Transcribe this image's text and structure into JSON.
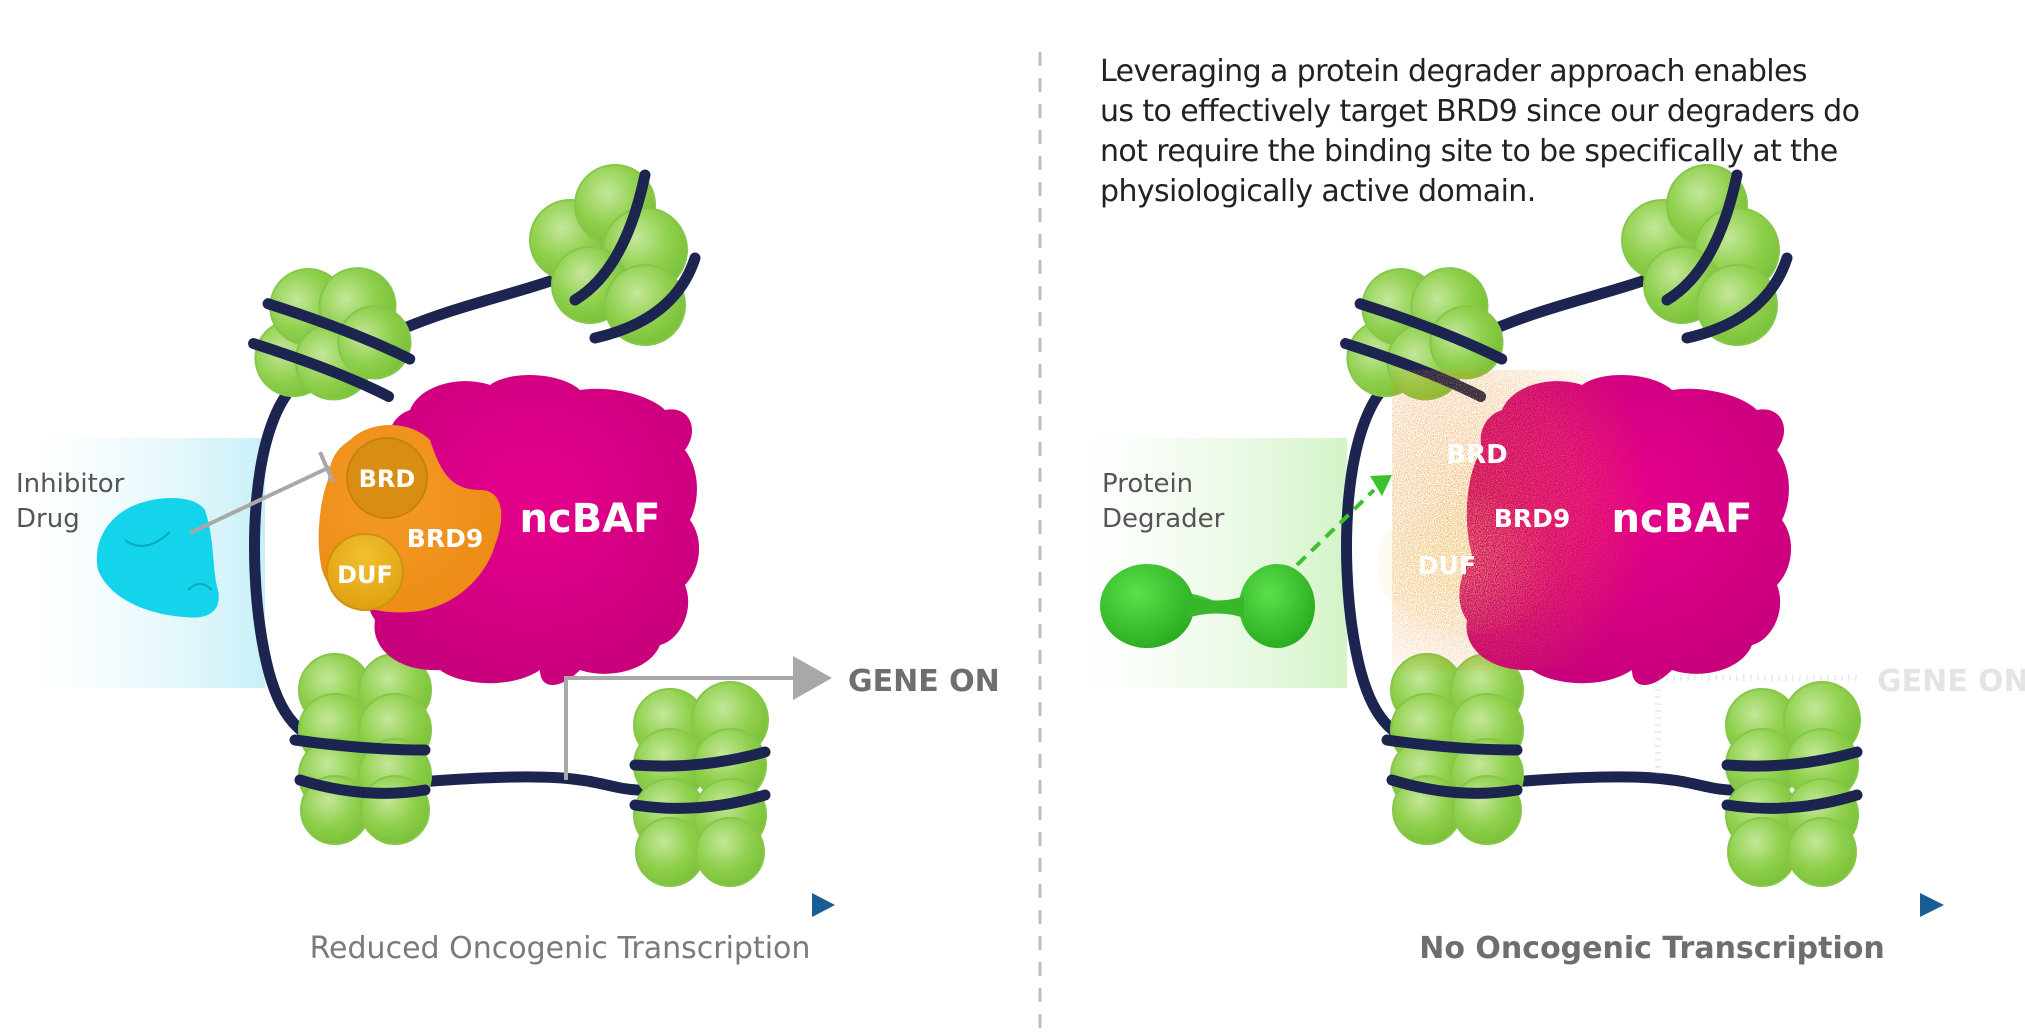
{
  "description": "Leveraging a protein degrader approach enables us to effectively target BRD9 since our degraders do not require the binding site to be specifically at the physiologically active domain.",
  "description_lines": [
    "Leveraging a protein degrader approach enables",
    "us to effectively target BRD9 since our degraders do",
    "not require the binding site to be specifically  at the",
    "physiologically active domain."
  ],
  "left_panel": {
    "agent_label_line1": "Inhibitor",
    "agent_label_line2": "Drug",
    "complex_label": "ncBAF",
    "brd9_label": "BRD9",
    "brd_domain_label": "BRD",
    "duf_domain_label": "DUF",
    "gene_status": "GENE ON",
    "outcome": "Reduced Oncogenic Transcription"
  },
  "right_panel": {
    "agent_label_line1": "Protein",
    "agent_label_line2": "Degrader",
    "complex_label": "ncBAF",
    "brd9_label": "BRD9",
    "brd_domain_label": "BRD",
    "duf_domain_label": "DUF",
    "gene_status": "GENE ON",
    "outcome": "No Oncogenic Transcription"
  },
  "colors": {
    "nucleosome": "#8ccf4a",
    "dna": "#1c2450",
    "ncbaf": "#d6007e",
    "brd9": "#f08c1a",
    "inhibitor": "#14d4ec",
    "degrader": "#3cc22c",
    "arrow_gray": "#a8a8a8",
    "text_gray": "#6e6e6e"
  }
}
